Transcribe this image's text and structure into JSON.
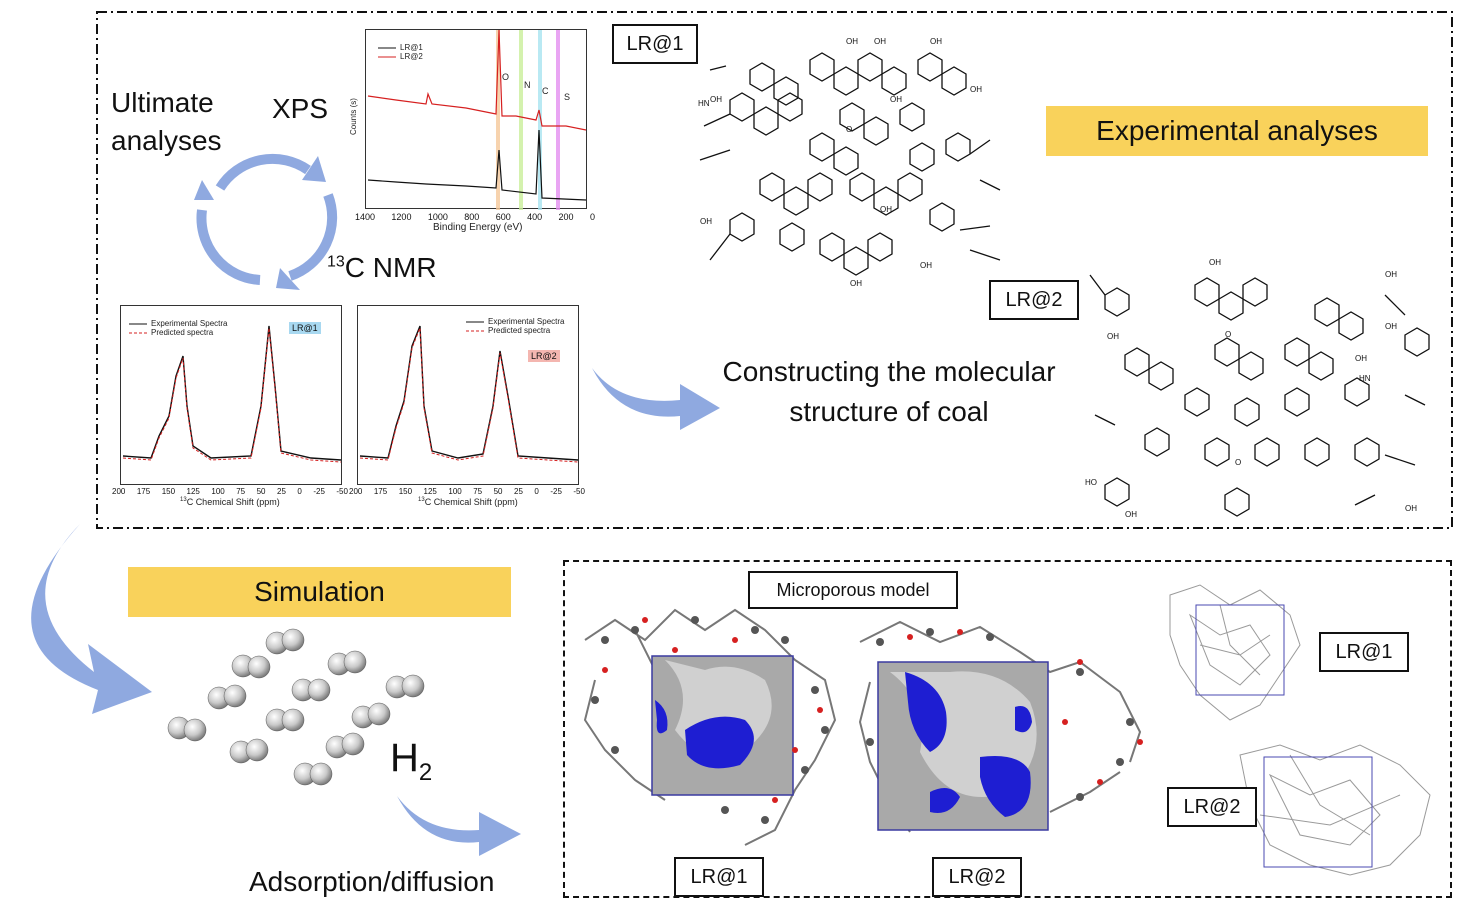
{
  "top_section": {
    "ultimate_label_line1": "Ultimate",
    "ultimate_label_line2": "analyses",
    "xps_label": "XPS",
    "nmr_label_sup": "13",
    "nmr_label_main": "C NMR",
    "experimental_banner": "Experimental analyses",
    "constructing_line1": "Constructing the molecular",
    "constructing_line2": "structure of coal",
    "structure_labels": [
      "LR@1",
      "LR@2"
    ]
  },
  "xps_chart": {
    "ylabel": "Counts (s)",
    "xlabel": "Binding Energy (eV)",
    "xticks": [
      "1400",
      "1200",
      "1000",
      "800",
      "600",
      "400",
      "200",
      "0"
    ],
    "legend": [
      "LR@1",
      "LR@2"
    ],
    "peak_labels": [
      "O",
      "N",
      "C",
      "S"
    ],
    "colors": {
      "lr1": "#111111",
      "lr2": "#d62020"
    }
  },
  "nmr_charts": [
    {
      "legend_exp": "Experimental Spectra",
      "legend_pred": "Predicted spectra",
      "tag": "LR@1",
      "tag_color": "#a8d8f0",
      "xticks": [
        "200",
        "175",
        "150",
        "125",
        "100",
        "75",
        "50",
        "25",
        "0",
        "-25",
        "-50"
      ],
      "xlabel_sup": "13",
      "xlabel_main": "C Chemical Shift (ppm)"
    },
    {
      "legend_exp": "Experimental Spectra",
      "legend_pred": "Predicted spectra",
      "tag": "LR@2",
      "tag_color": "#f4b6b0",
      "xticks": [
        "200",
        "175",
        "150",
        "125",
        "100",
        "75",
        "50",
        "25",
        "0",
        "-25",
        "-50"
      ],
      "xlabel_sup": "13",
      "xlabel_main": "C Chemical Shift (ppm)"
    }
  ],
  "bottom_section": {
    "simulation_banner": "Simulation",
    "h2_main": "H",
    "h2_sub": "2",
    "adsorption_label": "Adsorption/diffusion",
    "microporous_label": "Microporous model",
    "model_labels": [
      "LR@1",
      "LR@2"
    ],
    "side_labels": [
      "LR@1",
      "LR@2"
    ]
  },
  "colors": {
    "arrow": "#8fa9e0",
    "banner": "#f9d25b",
    "pore": "#1e1ed2",
    "surface": "#a9a9a9"
  }
}
